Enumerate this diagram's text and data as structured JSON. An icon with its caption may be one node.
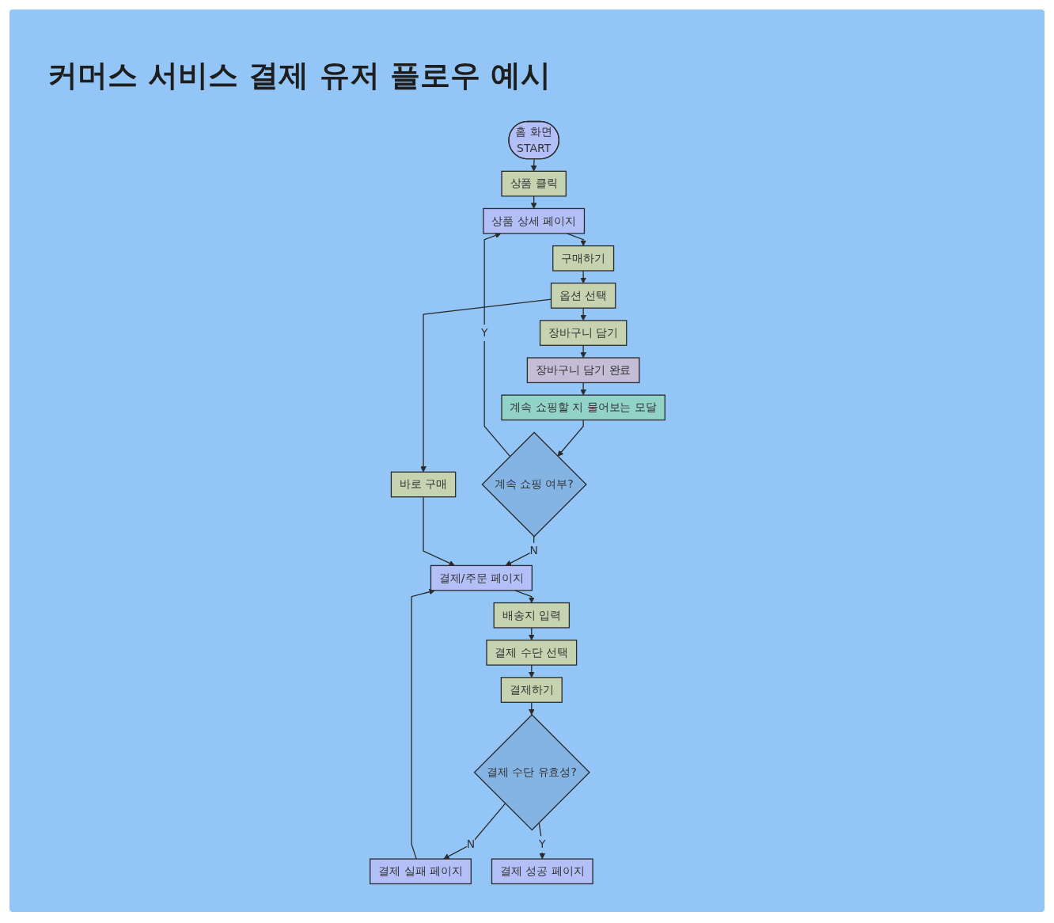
{
  "diagram": {
    "title": "커머스 서비스 결제 유저 플로우 예시",
    "nodes": [
      {
        "text": [
          "홈 화면",
          "START"
        ]
      },
      {
        "text": [
          "상품 클릭"
        ]
      },
      {
        "text": [
          "상품 상세 페이지"
        ]
      },
      {
        "text": [
          "구매하기"
        ]
      },
      {
        "text": [
          "옵션 선택"
        ]
      },
      {
        "text": [
          "장바구니 담기"
        ]
      },
      {
        "text": [
          "바로 구매"
        ]
      },
      {
        "text": [
          "장바구니 담기 완료"
        ]
      },
      {
        "text": [
          "결제/주문 페이지"
        ]
      },
      {
        "text": [
          "계속 쇼핑할 지 물어보는 모달"
        ]
      },
      {
        "text": [
          "배송지 입력"
        ]
      },
      {
        "text": [
          "계속 쇼핑 여부?"
        ]
      },
      {
        "text": [
          "결제 수단 선택"
        ]
      },
      {
        "text": [
          "결제하기"
        ]
      },
      {
        "text": [
          "결제 수단 유효성?"
        ]
      },
      {
        "text": [
          "결제 실패 페이지"
        ]
      },
      {
        "text": [
          "결제 성공 페이지"
        ]
      }
    ],
    "edges": [
      {
        "from": 0,
        "to": 1,
        "arrow": "to"
      },
      {
        "from": 1,
        "to": 2,
        "arrow": "to"
      },
      {
        "from": 2,
        "to": 3,
        "arrow": "to"
      },
      {
        "from": 3,
        "to": 4,
        "arrow": "to"
      },
      {
        "from": 4,
        "to": 5,
        "arrow": "to"
      },
      {
        "from": 4,
        "to": 6,
        "arrow": "to"
      },
      {
        "from": 5,
        "to": 7,
        "arrow": "to"
      },
      {
        "from": 7,
        "to": 9,
        "arrow": "to"
      },
      {
        "from": 9,
        "to": 11,
        "arrow": "to"
      },
      {
        "from": 11,
        "to": 2,
        "label": "Y",
        "arrow": "to"
      },
      {
        "from": 11,
        "to": 8,
        "label": "N",
        "arrow": "to"
      },
      {
        "from": 6,
        "to": 8,
        "arrow": "to"
      },
      {
        "from": 8,
        "to": 10,
        "arrow": "to"
      },
      {
        "from": 10,
        "to": 12,
        "arrow": "to"
      },
      {
        "from": 12,
        "to": 13,
        "arrow": "to"
      },
      {
        "from": 13,
        "to": 14,
        "arrow": "to"
      },
      {
        "from": 14,
        "to": 15,
        "label": "N",
        "arrow": "to"
      },
      {
        "from": 14,
        "to": 16,
        "label": "Y",
        "arrow": "to"
      },
      {
        "from": 15,
        "to": 8,
        "arrow": "to"
      }
    ]
  }
}
